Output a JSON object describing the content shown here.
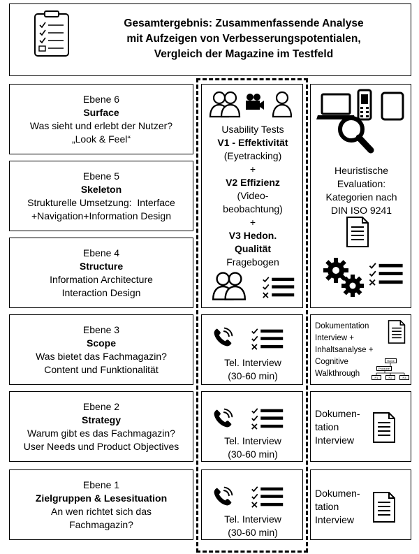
{
  "header": {
    "lines": [
      "Gesamtergebnis: Zusammenfassende Analyse",
      "mit Aufzeigen von Verbesserungspotentialen,",
      "Vergleich der Magazine im Testfeld"
    ],
    "icon": "clipboard-checklist-icon"
  },
  "levels": [
    {
      "level": "Ebene 6",
      "name": "Surface",
      "desc": [
        "Was sieht und erlebt der Nutzer?",
        "„Look & Feel“"
      ]
    },
    {
      "level": "Ebene 5",
      "name": "Skeleton",
      "desc": [
        "Strukturelle Umsetzung:  Interface",
        "+Navigation+Information Design"
      ]
    },
    {
      "level": "Ebene 4",
      "name": "Structure",
      "desc": [
        "Information Architecture",
        "Interaction Design"
      ]
    },
    {
      "level": "Ebene 3",
      "name": "Scope",
      "desc": [
        "Was bietet das Fachmagazin?",
        "Content und Funktionalität"
      ]
    },
    {
      "level": "Ebene 2",
      "name": "Strategy",
      "desc": [
        "Warum gibt es das Fachmagazin?",
        "User Needs und Product Objectives"
      ]
    },
    {
      "level": "Ebene 1",
      "name": "Zielgruppen & Lesesituation",
      "desc": [
        "An wen richtet sich das",
        "Fachmagazin?"
      ]
    }
  ],
  "usability": {
    "title": "Usability Tests",
    "v1": "V1 - Effektivität",
    "v1_sub": "(Eyetracking)",
    "plus": "+",
    "v2": "V2 Effizienz",
    "v2_sub1": "(Video-",
    "v2_sub2": "beobachtung)",
    "v3a": "V3 Hedon.",
    "v3b": "Qualität",
    "v3_sub": "Fragebogen"
  },
  "interviews": [
    {
      "line1": "Tel. Interview",
      "line2": "(30-60 min)"
    },
    {
      "line1": "Tel. Interview",
      "line2": "(30-60 min)"
    },
    {
      "line1": "Tel. Interview",
      "line2": "(30-60 min)"
    }
  ],
  "heuristic": {
    "lines": [
      "Heuristische",
      "Evaluation:",
      "Kategorien nach",
      "DIN ISO 9241"
    ]
  },
  "documentation_l3": {
    "lines": [
      "Dokumentation",
      "Interview +",
      "Inhaltsanalyse +",
      "Cognitive",
      "Walkthrough"
    ],
    "tree": {
      "root": "Home",
      "mid": "Produkte",
      "leaves": [
        "P1",
        "P2",
        "P3"
      ]
    }
  },
  "documentation_l2": {
    "lines": [
      "Dokumen-",
      "tation",
      "Interview"
    ]
  },
  "documentation_l1": {
    "lines": [
      "Dokumen-",
      "tation",
      "Interview"
    ]
  }
}
